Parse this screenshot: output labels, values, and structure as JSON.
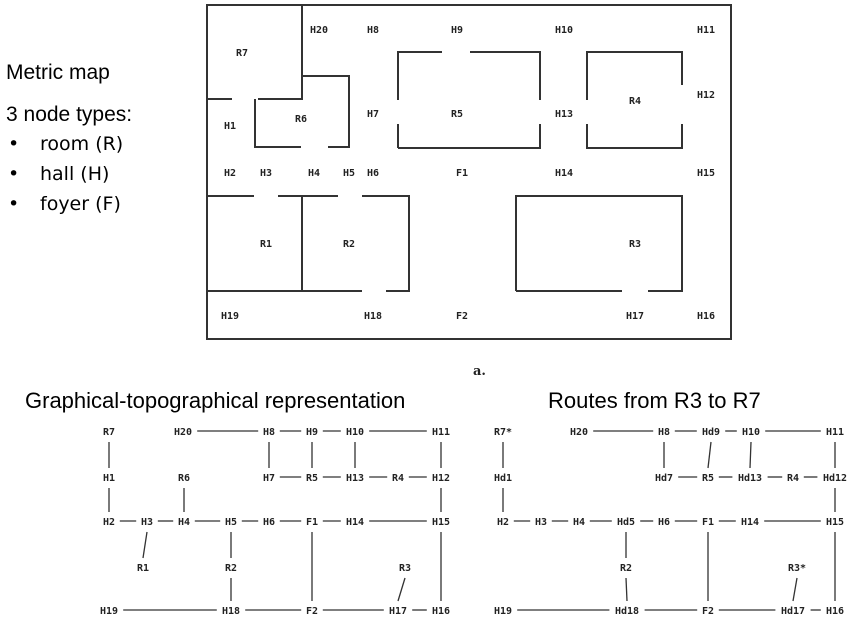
{
  "left_panel": {
    "title": "Metric map",
    "subtitle": "3 node types:",
    "items": [
      "room (R)",
      "hall (H)",
      "foyer (F)"
    ]
  },
  "metric_map": {
    "caption": "a.",
    "labels": {
      "R7": "R7",
      "H20": "H20",
      "H8": "H8",
      "H9": "H9",
      "H10": "H10",
      "H11": "H11",
      "H1": "H1",
      "R6": "R6",
      "H7": "H7",
      "R5": "R5",
      "H13": "H13",
      "R4": "R4",
      "H12": "H12",
      "H2": "H2",
      "H3": "H3",
      "H4": "H4",
      "H5": "H5",
      "H6": "H6",
      "F1": "F1",
      "H14": "H14",
      "H15": "H15",
      "R1": "R1",
      "R2": "R2",
      "R3": "R3",
      "H19": "H19",
      "H18": "H18",
      "F2": "F2",
      "H17": "H17",
      "H16": "H16"
    }
  },
  "graph_topo": {
    "title": "Graphical-topographical representation",
    "labels": {
      "R7": "R7",
      "H20": "H20",
      "H8": "H8",
      "H9": "H9",
      "H10": "H10",
      "H11": "H11",
      "H1": "H1",
      "R6": "R6",
      "H7": "H7",
      "R5": "R5",
      "H13": "H13",
      "R4": "R4",
      "H12": "H12",
      "H2": "H2",
      "H3": "H3",
      "H4": "H4",
      "H5": "H5",
      "H6": "H6",
      "F1": "F1",
      "H14": "H14",
      "H15": "H15",
      "R1": "R1",
      "R2": "R2",
      "R3": "R3",
      "H19": "H19",
      "H18": "H18",
      "F2": "F2",
      "H17": "H17",
      "H16": "H16"
    }
  },
  "routes": {
    "title": "Routes from R3 to R7",
    "labels": {
      "R7": "R7*",
      "H20": "H20",
      "H8": "H8",
      "H9": "Hd9",
      "H10": "H10",
      "H11": "H11",
      "H1": "Hd1",
      "H7": "Hd7",
      "R5": "R5",
      "H13": "Hd13",
      "R4": "R4",
      "H12": "Hd12",
      "H2": "H2",
      "H3": "H3",
      "H4": "H4",
      "H5": "Hd5",
      "H6": "H6",
      "F1": "F1",
      "H14": "H14",
      "H15": "H15",
      "R2": "R2",
      "R3": "R3*",
      "H19": "H19",
      "H18": "Hd18",
      "F2": "F2",
      "H17": "Hd17",
      "H16": "H16"
    }
  }
}
